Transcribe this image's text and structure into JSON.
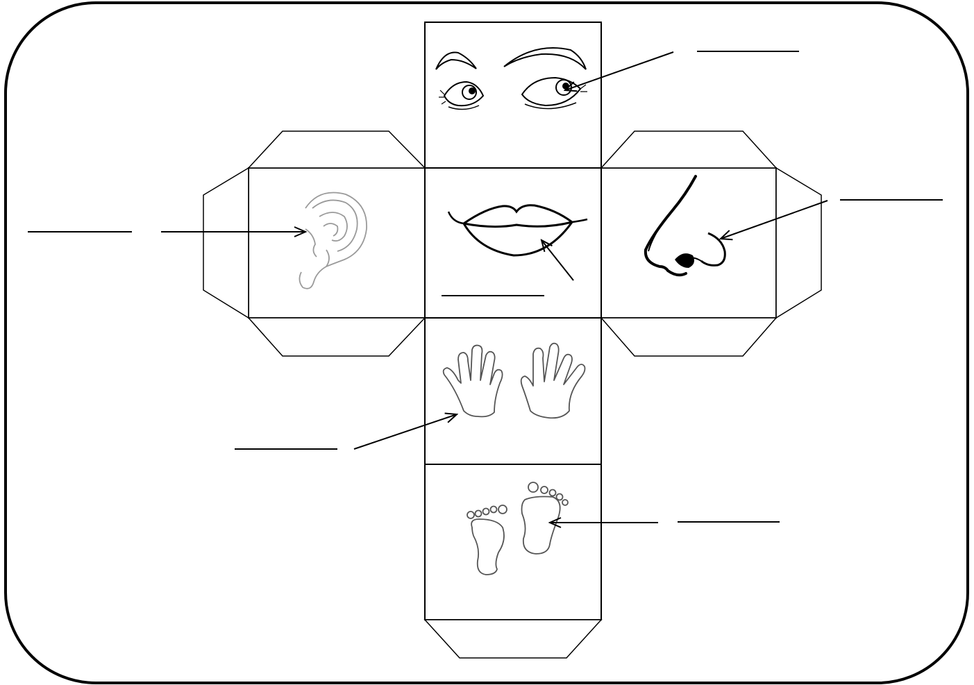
{
  "worksheet": {
    "type": "cube net labelling worksheet (five senses)",
    "border_color": "#000000",
    "line_color": "#000000",
    "faces": [
      {
        "id": "eyes",
        "icon": "eyes-icon"
      },
      {
        "id": "ear",
        "icon": "ear-icon"
      },
      {
        "id": "mouth",
        "icon": "mouth-icon"
      },
      {
        "id": "nose",
        "icon": "nose-icon"
      },
      {
        "id": "hands",
        "icon": "hands-icon"
      },
      {
        "id": "feet",
        "icon": "feet-icon"
      }
    ],
    "answer_blanks": [
      {
        "for": "eyes",
        "value": ""
      },
      {
        "for": "ear",
        "value": ""
      },
      {
        "for": "mouth",
        "value": ""
      },
      {
        "for": "nose",
        "value": ""
      },
      {
        "for": "hands",
        "value": ""
      },
      {
        "for": "feet",
        "value": ""
      }
    ]
  }
}
